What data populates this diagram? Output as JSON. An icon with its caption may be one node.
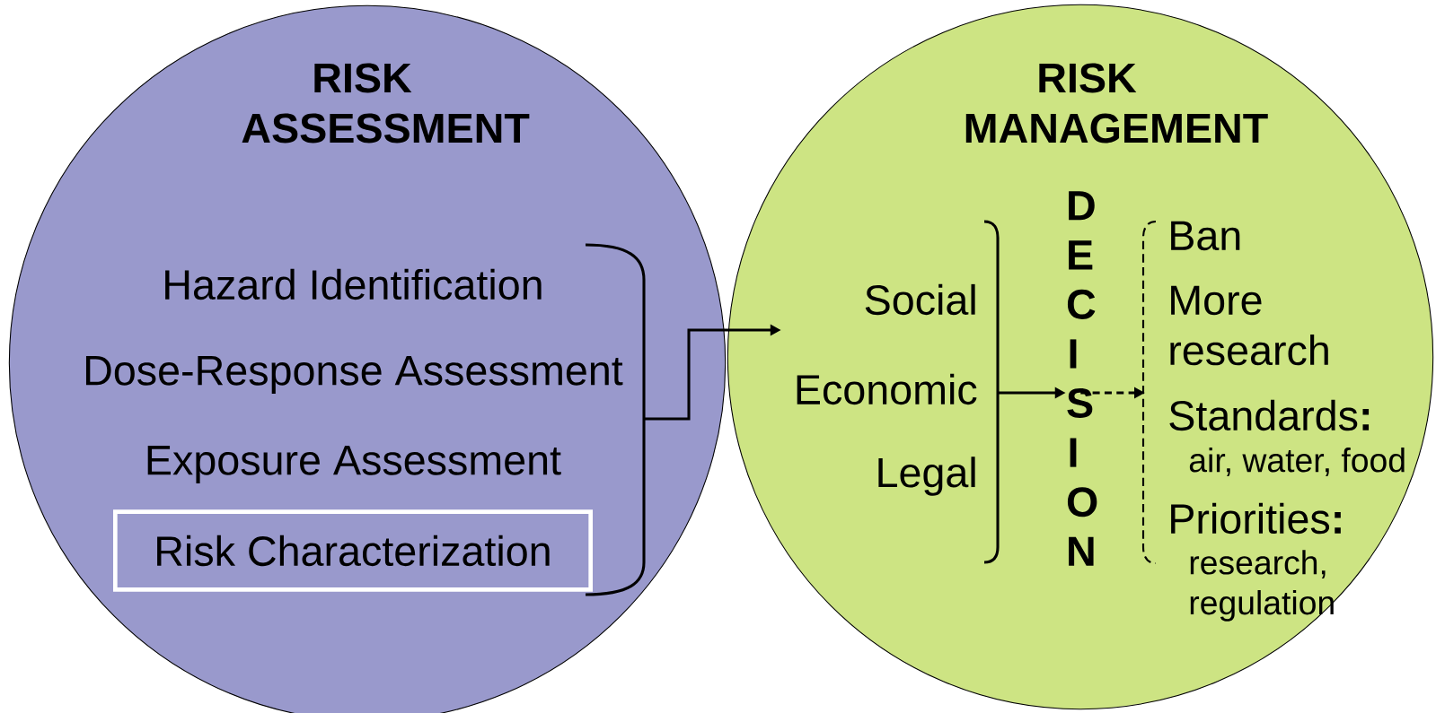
{
  "diagram": {
    "nodes": [
      {
        "text": [
          "RISK ASSESSMENT",
          "Hazard Identification",
          "Dose-Response Assessment",
          "Exposure Assessment"
        ]
      },
      {
        "text": [
          "Risk Characterization"
        ],
        "in": 0
      },
      {
        "text": [
          "RISK MANAGEMENT",
          "Social",
          "Economic",
          "Legal",
          "Ban",
          "More research",
          "Standards**:**",
          "air, water, food",
          "Priorities**:**",
          "research, regulation"
        ]
      },
      {
        "text": [
          "DECISION"
        ],
        "in": 2
      }
    ],
    "edges": [
      {
        "from": 1,
        "to": 2,
        "arrow": "to"
      },
      {
        "from": null,
        "to": 3,
        "arrow": "to"
      },
      {
        "from": 3,
        "to": null,
        "arrow": "to",
        "style": "dashed"
      }
    ]
  }
}
